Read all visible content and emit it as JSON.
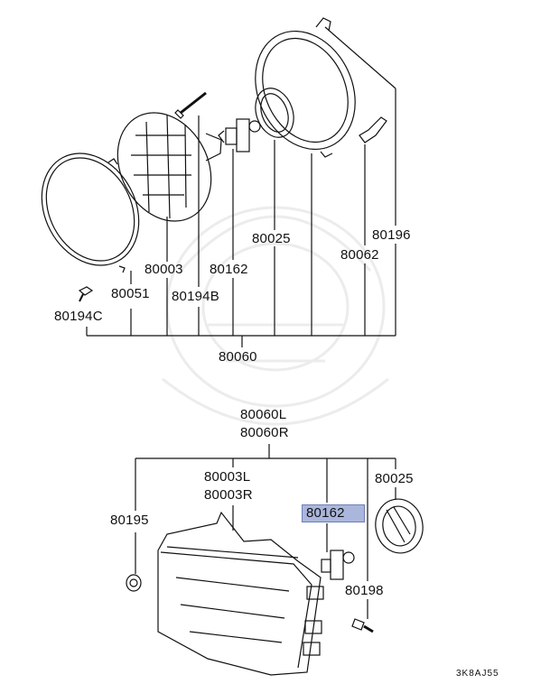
{
  "diagram": {
    "upper_group": {
      "parts": {
        "p80051": "80051",
        "p80194C": "80194C",
        "p80003": "80003",
        "p80194B": "80194B",
        "p80162": "80162",
        "p80025": "80025",
        "p80062": "80062",
        "p80196": "80196"
      },
      "assembly": "80060"
    },
    "lower_group": {
      "assembly_l": "80060L",
      "assembly_r": "80060R",
      "parts": {
        "p80003L": "80003L",
        "p80003R": "80003R",
        "p80195": "80195",
        "p80162": "80162",
        "p80025": "80025",
        "p80198": "80198"
      },
      "highlighted_part": "80162",
      "highlight_color": "#aab6dc"
    },
    "figure_code": "3K8AJ55"
  }
}
